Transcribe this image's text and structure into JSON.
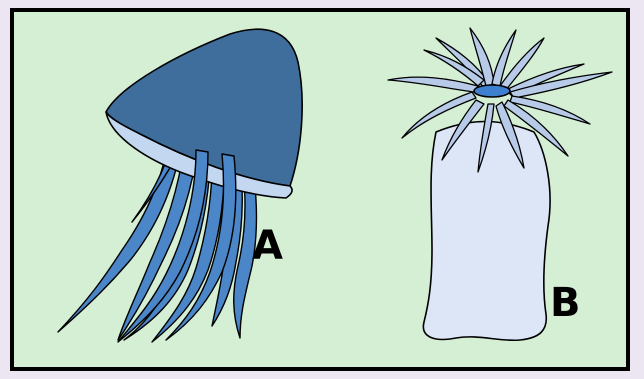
{
  "labels": {
    "a": "A",
    "b": "B"
  },
  "figures": [
    {
      "id": "A",
      "subject": "medusa"
    },
    {
      "id": "B",
      "subject": "polyp"
    }
  ],
  "colors": {
    "background_outer": "#ece6f3",
    "panel": "#d5efd5",
    "bell_dark": "#3f6e9c",
    "bell_inner": "#c3d7f0",
    "tentacle": "#4a86c8",
    "polyp_body": "#dde6f7",
    "polyp_tentacle": "#b7cbe8",
    "mouth": "#3f7fcf",
    "outline": "#000000"
  }
}
